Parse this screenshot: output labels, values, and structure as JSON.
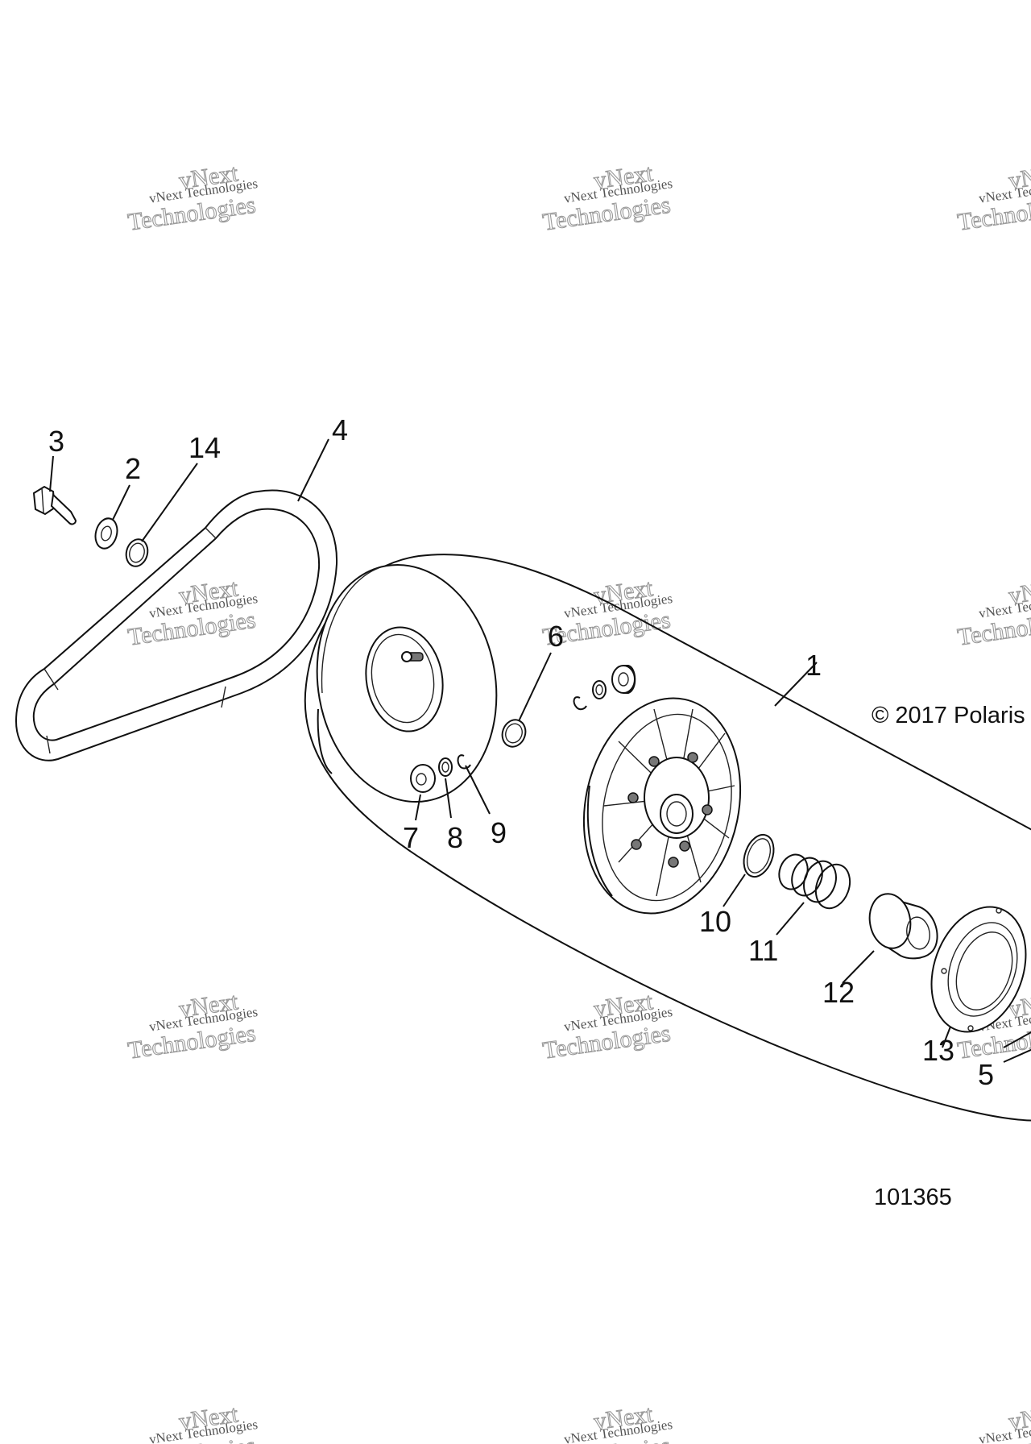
{
  "callouts": [
    {
      "id": "3",
      "text": "3"
    },
    {
      "id": "2",
      "text": "2"
    },
    {
      "id": "14",
      "text": "14"
    },
    {
      "id": "4",
      "text": "4"
    },
    {
      "id": "6",
      "text": "6"
    },
    {
      "id": "1",
      "text": "1"
    },
    {
      "id": "7",
      "text": "7"
    },
    {
      "id": "8",
      "text": "8"
    },
    {
      "id": "9",
      "text": "9"
    },
    {
      "id": "10",
      "text": "10"
    },
    {
      "id": "11",
      "text": "11"
    },
    {
      "id": "12",
      "text": "12"
    },
    {
      "id": "13",
      "text": "13"
    },
    {
      "id": "5",
      "text": "5"
    }
  ],
  "copyright": "© 2017 Polaris",
  "figure_number": "101365",
  "watermark": {
    "line1": "vNext Technologies",
    "line2": "vNext",
    "line3": "Technologies"
  },
  "colors": {
    "ink": "#111111",
    "background": "#ffffff",
    "watermark": "#9a9a9a"
  }
}
